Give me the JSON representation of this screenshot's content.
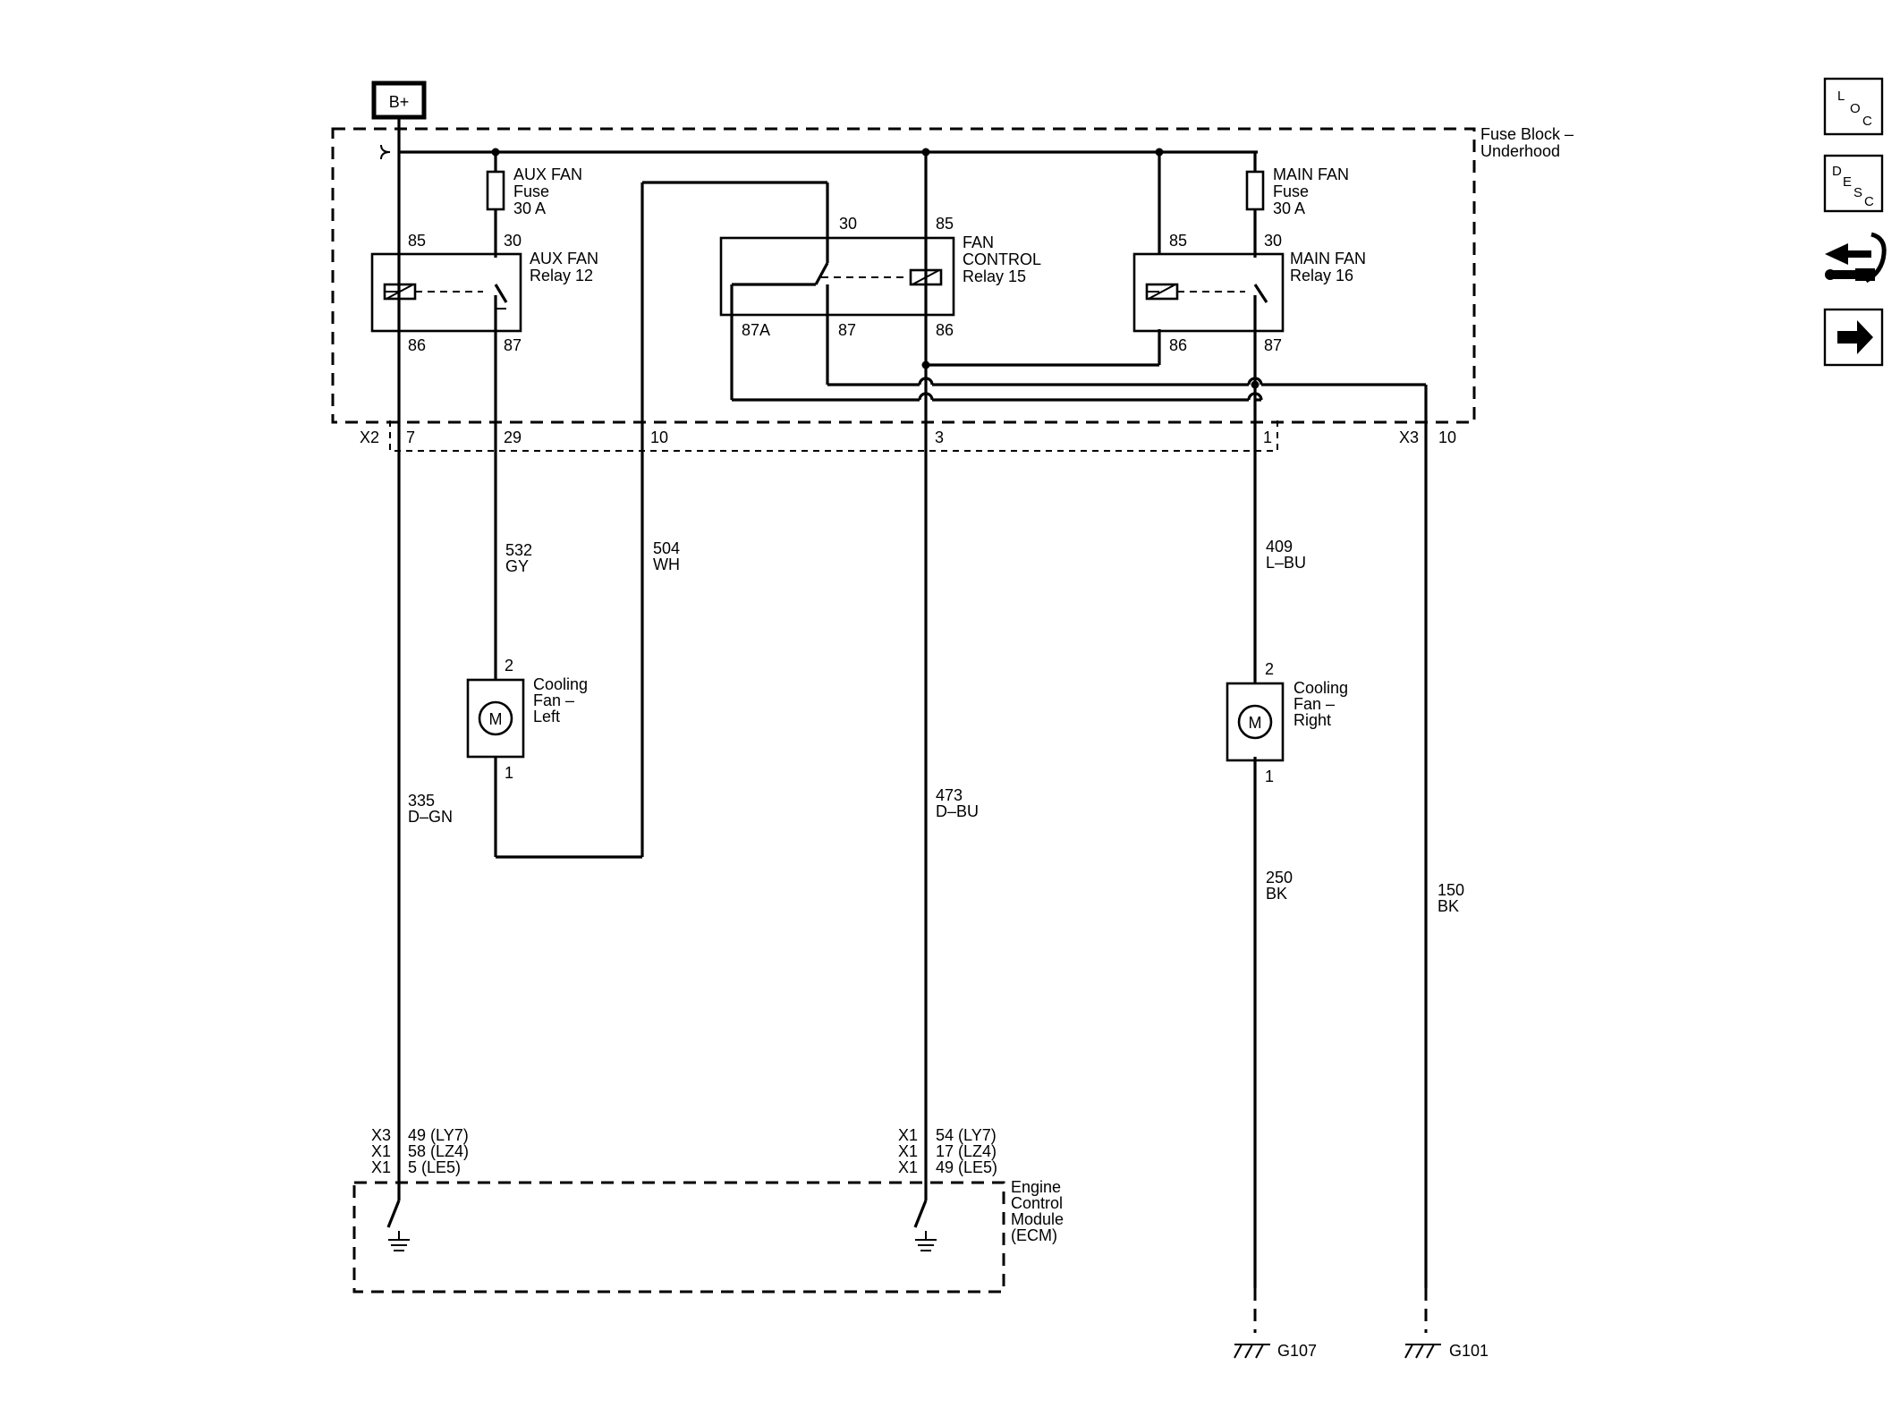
{
  "battery": {
    "label": "B+"
  },
  "fuse_block": {
    "label_line1": "Fuse Block –",
    "label_line2": "Underhood"
  },
  "aux_fuse": {
    "line1": "AUX FAN",
    "line2": "Fuse",
    "line3": "30 A"
  },
  "main_fuse": {
    "line1": "MAIN FAN",
    "line2": "Fuse",
    "line3": "30 A"
  },
  "aux_relay": {
    "line1": "AUX FAN",
    "line2": "Relay 12",
    "pin85": "85",
    "pin30": "30",
    "pin86": "86",
    "pin87": "87"
  },
  "fan_relay": {
    "line1": "FAN",
    "line2": "CONTROL",
    "line3": "Relay 15",
    "pin30": "30",
    "pin85": "85",
    "pin87a": "87A",
    "pin87": "87",
    "pin86": "86"
  },
  "main_relay": {
    "line1": "MAIN FAN",
    "line2": "Relay 16",
    "pin85": "85",
    "pin30": "30",
    "pin86": "86",
    "pin87": "87"
  },
  "connectors": {
    "x2": "X2",
    "x2_pin7": "7",
    "x2_pin29": "29",
    "x2_pin10": "10",
    "x2_pin3": "3",
    "x2_pin1": "1",
    "x3": "X3",
    "x3_pin10": "10"
  },
  "wires": {
    "w532": {
      "num": "532",
      "color": "GY"
    },
    "w504": {
      "num": "504",
      "color": "WH"
    },
    "w409": {
      "num": "409",
      "color": "L–BU"
    },
    "w335": {
      "num": "335",
      "color": "D–GN"
    },
    "w473": {
      "num": "473",
      "color": "D–BU"
    },
    "w250": {
      "num": "250",
      "color": "BK"
    },
    "w150": {
      "num": "150",
      "color": "BK"
    }
  },
  "fan_left": {
    "pin2": "2",
    "pin1": "1",
    "motor": "M",
    "line1": "Cooling",
    "line2": "Fan –",
    "line3": "Left"
  },
  "fan_right": {
    "pin2": "2",
    "pin1": "1",
    "motor": "M",
    "line1": "Cooling",
    "line2": "Fan –",
    "line3": "Right"
  },
  "ecm": {
    "line1": "Engine",
    "line2": "Control",
    "line3": "Module",
    "line4": "(ECM)",
    "left_pins": [
      {
        "conn": "X3",
        "pin": "49 (LY7)"
      },
      {
        "conn": "X1",
        "pin": "58 (LZ4)"
      },
      {
        "conn": "X1",
        "pin": "5 (LE5)"
      }
    ],
    "right_pins": [
      {
        "conn": "X1",
        "pin": "54 (LY7)"
      },
      {
        "conn": "X1",
        "pin": "17 (LZ4)"
      },
      {
        "conn": "X1",
        "pin": "49 (LE5)"
      }
    ]
  },
  "grounds": {
    "g107": "G107",
    "g101": "G101"
  },
  "side_icons": [
    {
      "name": "loc-icon",
      "letters": [
        "L",
        "O",
        "C"
      ]
    },
    {
      "name": "desc-icon",
      "letters": [
        "D",
        "E",
        "S",
        "C"
      ]
    },
    {
      "name": "connector-repair-icon"
    },
    {
      "name": "next-arrow-icon"
    }
  ]
}
